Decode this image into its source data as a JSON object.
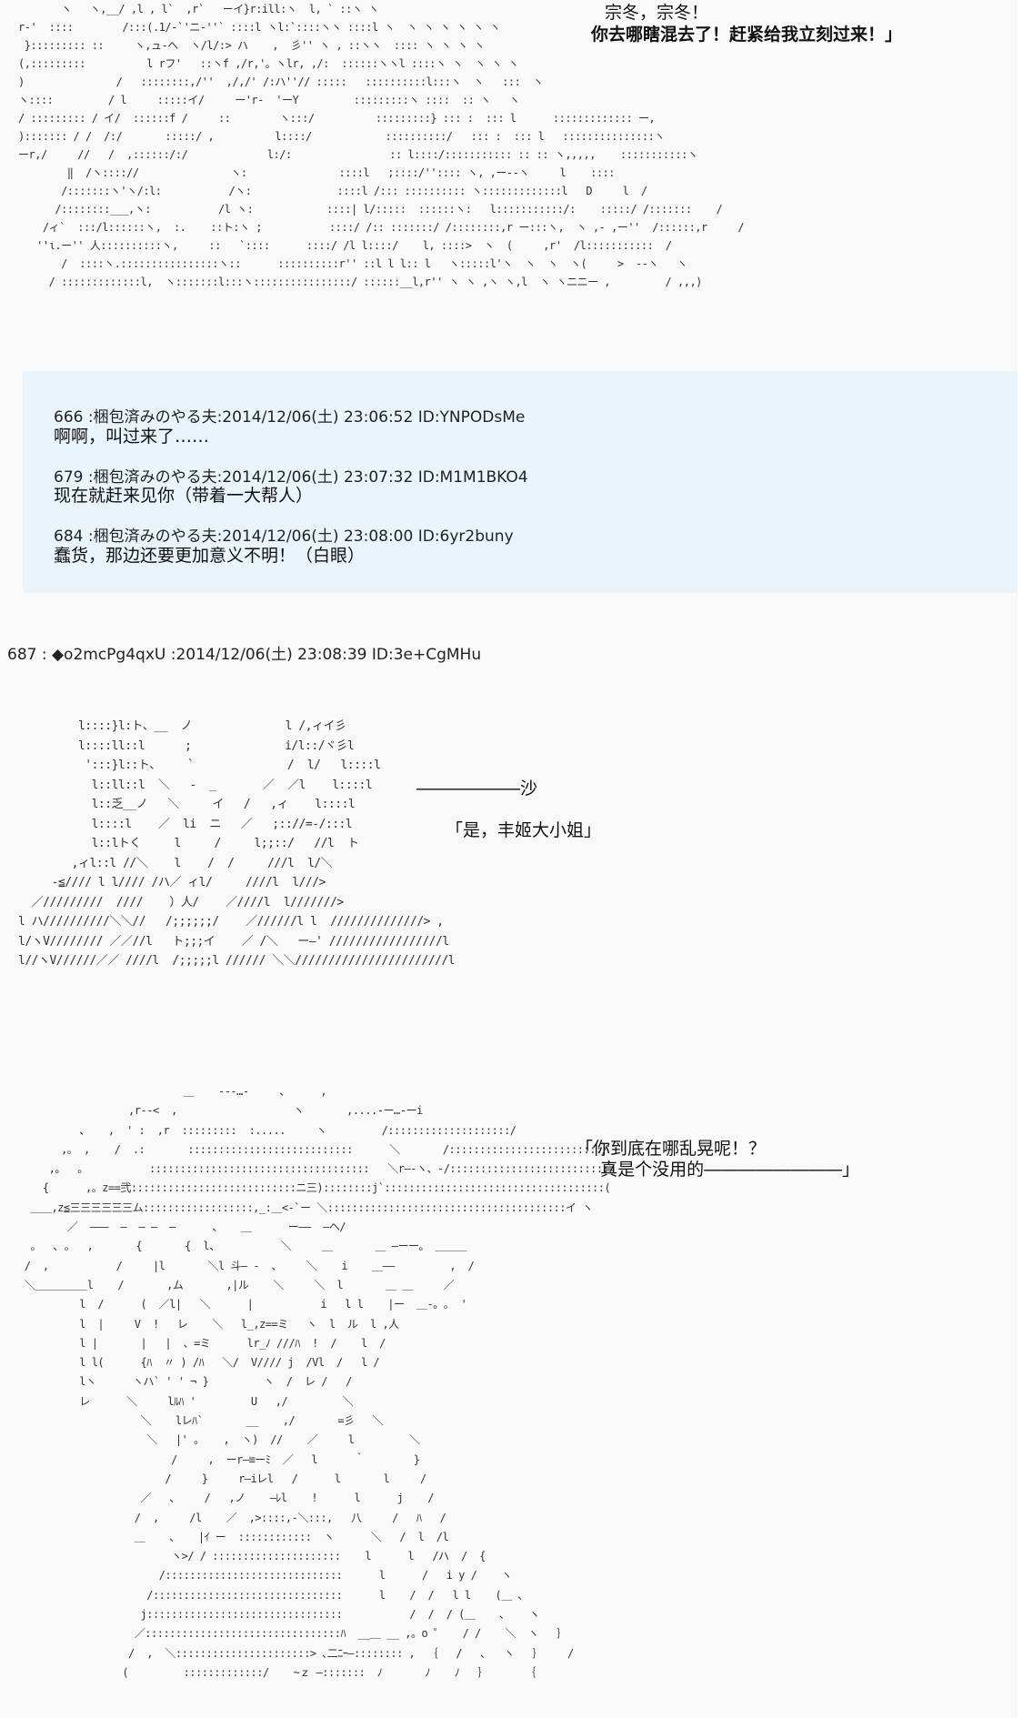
{
  "top_art": {
    "speech_1": "宗冬，宗冬！",
    "speech_2": "你去哪瞎混去了！赶紧给我立刻过来！」",
    "art_lines": [
      "       ヽ   ヽ,__/ ,l , l`  ,r`   ーイ}r:ill:ヽ  l, ` ::ヽ ヽ",
      "r-'  ::::        /:::(.1/-`'ニ-''` ::::l ヽl:`::::ヽヽ ::::l ヽ  ヽ ヽ ヽ ヽ ヽ ヽ",
      " }::::::::: ::     ヽ,ュ-へ  ヽ/l/:> ハ    ,  彡'' ヽ , ::ヽヽ  :::: ヽ ヽ ヽ ヽ",
      "(,:::::::::          l rフ'   ::ヽf ,/r,'。ヽlr, ,/:  ::::::ヽヽl ::::ヽ ヽ  ヽ ヽ ヽ",
      ")               /   ::::::::,/''  ,/,/' /:ハ''// :::::   ::::::::::l:::ヽ  ヽ   :::  ヽ",
      "ヽ::::         / l     :::::イ/     ー'r-  'ーY         :::::::::ヽ ::::  :: ヽ   ヽ",
      "/ ::::::::: / イ/  ::::::f /     ::        ヽ:::/          :::::::::} ::: :  ::: l      ::::::::::::: ー,",
      ")::::::: / /  /:/       :::::/ ,          l::::/            ::::::::::/   ::: :  ::: l   :::::::::::::::ヽ",
      "ーr,/     //   /  ,::::::/:/             l:/:                :: l::::/::::::::::: :: :: ヽ,,,,,    :::::::::::ヽ",
      "        ‖  /ヽ:::://               ヽ:               ::::l   ;::::/'':::: ヽ, ,ー--ヽ     l    ::::",
      "       /:::::::ヽ'ヽ/:l:           /ヽ:              ::::l /::: :::::::::: ヽ:::::::::::::l   D     l  /",
      "      /::::::::___,ヽ:           /l ヽ:            ::::| l/:::::  ::::::ヽ:   l:::::::::::/:    :::::/ /:::::::    /",
      "    /ィ`  :::/l::::::ヽ,  :.    ::ト:ヽ ;           ::::/ /:: :::::::/ /::::::::,r ー:::ヽ,  ヽ ,- ,ー''  /::::::,r     /",
      "   ''ι.ー'' 人::::::::::ヽ,     ::   `::::      ::::/ /l l::::/    l, ::::>  ヽ  (     ,r'  /l:::::::::::  /",
      "       /  ::::ヽ.::::::::::::::::ヽ::      ::::::::::r'' ::l l l:: l   ヽ:::::l'ヽ  ヽ  ヽ  ヽ(     >  --ヽ   ヽ",
      "     / :::::::::::::l,  ヽ:::::::l:::ヽ::::::::::::::::/ ::::::__l,r'' ヽ ヽ ,ヽ ヽ,l  ヽ ヽニニー ,         / ,,,)"
    ]
  },
  "reply_box": {
    "replies": [
      {
        "header": "666 :梱包済みのやる夫:2014/12/06(土) 23:06:52 ID:YNPODsMe",
        "body": "啊啊，叫过来了……"
      },
      {
        "header": "679 :梱包済みのやる夫:2014/12/06(土) 23:07:32 ID:M1M1BKO4",
        "body": "现在就赶来见你（带着一大帮人）"
      },
      {
        "header": "684 :梱包済みのやる夫:2014/12/06(土) 23:08:00 ID:6yr2buny",
        "body": "蠢货，那边还要更加意义不明！（白眼）"
      }
    ]
  },
  "post": {
    "header": "687 : ◆o2mcPg4qxU :2014/12/06(土) 23:08:39 ID:3e+CgMHu"
  },
  "middle_art": {
    "speech_sound": "――――――沙",
    "speech_line": "「是，丰姬大小姐」",
    "art_lines": [
      "         l::::}l:ト、__  ノ              l /,ィイ彡",
      "         l::::ll::l      ;              i/l::/ヾ彡l",
      "          ':::}l::ト、    `              /  l/   l::::l",
      "           l::ll::l  ＼   -  _       ／  ／l    l::::l",
      "           l::乏__ノ   ＼     イ   /   ,ィ    l::::l",
      "           l::::l    ／  li  ニ   ／   ;:://=-/:::l",
      "           l::lトく     l     /     l;;::/   //l  ト",
      "        ,ィl::l //＼    l    /  /     ///l  l/＼",
      "     -≦//// l l//// /ハ／ ィl/     ////l  l///>",
      "  ／/////////  ////    ）人/    ／////l  l///////>",
      "l ハ//////////＼＼//   /;;;;;;/    ／//////l l  //////////////> ,",
      "l/ヽV//////// ／／//l   ト;;;イ    ／ /＼   ー―' /////////////////l",
      "l//ヽV//////／／ ////l  /;;;;;l ////// ＼＼///////////////////////l"
    ]
  },
  "bottom_art": {
    "speech_1": "「你到底在哪乱晃呢！？",
    "speech_2": "  真是个没用的――――――――」",
    "art_lines": [
      "                           ＿    ---…-     、     ,",
      "                  ,r--<  ,                   ヽ       ,....-ー…-ーi",
      "          、   ,  ' :  ,r  :::::::::  :.....     ヽ         /::::::::::::::::::::/",
      "       ,。 ,    /  .:       :::::::::::::::::::::::::::      ＼       /:::::::::::::::::::::::::/",
      "     ,。  。          ::::::::::::::::::::::::::::::::::::   ＼r―-ヽ、-/::::::::::::::::::::::::::/",
      "    {      ,。z==弐:::::::::::::::::::::::::::ニ三)::::::::j`::::::::::::::::::::::::::::::::::::(",
      "  ＿＿,z≦三三三三三三ム::::::::::::::::::,_:＿<-`ー ＼:::::::::::::::::::::::::::::::::::::::イ ヽ",
      "        ／  ―――  ―  ― ―  ―      、   ＿      ー――  ―ヘ/",
      "  。  ､ 。  ,       {       {  l、          ＼     ＿       ＿ ―ーー。 ＿＿＿",
      " /  ,           /     |l       ＼l 斗― -  、    ＼    i    ＿――         ,  /",
      " ＼＿＿＿＿＿l    /       ,ム       ,|ル    ＼     ＼  l       ＿ ＿     ／",
      "          l  /      (  ／l|   ＼      |           i   l l    |ー  ＿-。｡  '",
      "          l  |     V  !   レ    ＼   l_,z==ミ   ヽ  l  ル  l ,人",
      "          l |       |   |  、=ミ      lr_ﾉ ///ﾊ  !  /    l  /",
      "          l l(      {ﾊ  〃 ) /ﾊ   ＼/  V//// j  /Vl  /   l /",
      "          lヽ      ヽハ` ' ' ¬ }         ヽ  /  レ /   /",
      "          レ      ＼     lﾙﾊ '         U   ,/         ＼",
      "                    ＼    lレﾊ`       __    ,/       =彡   ＼",
      "                     ＼   |' ｡    ,  ヽ)  //    ／     l         ＼",
      "                         /     ,  ーr―≡ーﾐ  ／   l      ｀        }",
      "                        /     }     r―iレl   /      l       l     /",
      "                    ／   、    /   ,ノ    ―ﾚl    !      l      j    /",
      "                   /  ,     /l    ／  ,>::::,-＼:::,   八     /   ﾊ   /",
      "                   ＿    、   |ｲ ー  ::::::::::::  ヽ      ＼   /  l  /l",
      "                         ヽ>/ / :::::::::::::::::::::    l      l   /ハ  /  {",
      "                       /:::::::::::::::::::::::::::::      l      /   i y /    ヽ",
      "                     /:::::::::::::::::::::::::::::::      l    /  /   l l    (＿ ､",
      "                    j::::::::::::::::::::::::::::::::           /  /  / (＿    ､    ヽ",
      "                   ／::::::::::::::::::::::::::::::::ﾊ  __＿ __ ,。o ゜   / /    ＼  ヽ   ｝",
      "                  /  ,  ＼::::::::::::::::::::::> ､二ﾆｰ―:::::::: ,  ｛   /   ､   ヽ   ｝    /",
      "                 (         :::::::::::::/    ~ｚ ―:::::::  ﾉ       ﾉ    ﾉ   ｝      ｛"
    ]
  }
}
